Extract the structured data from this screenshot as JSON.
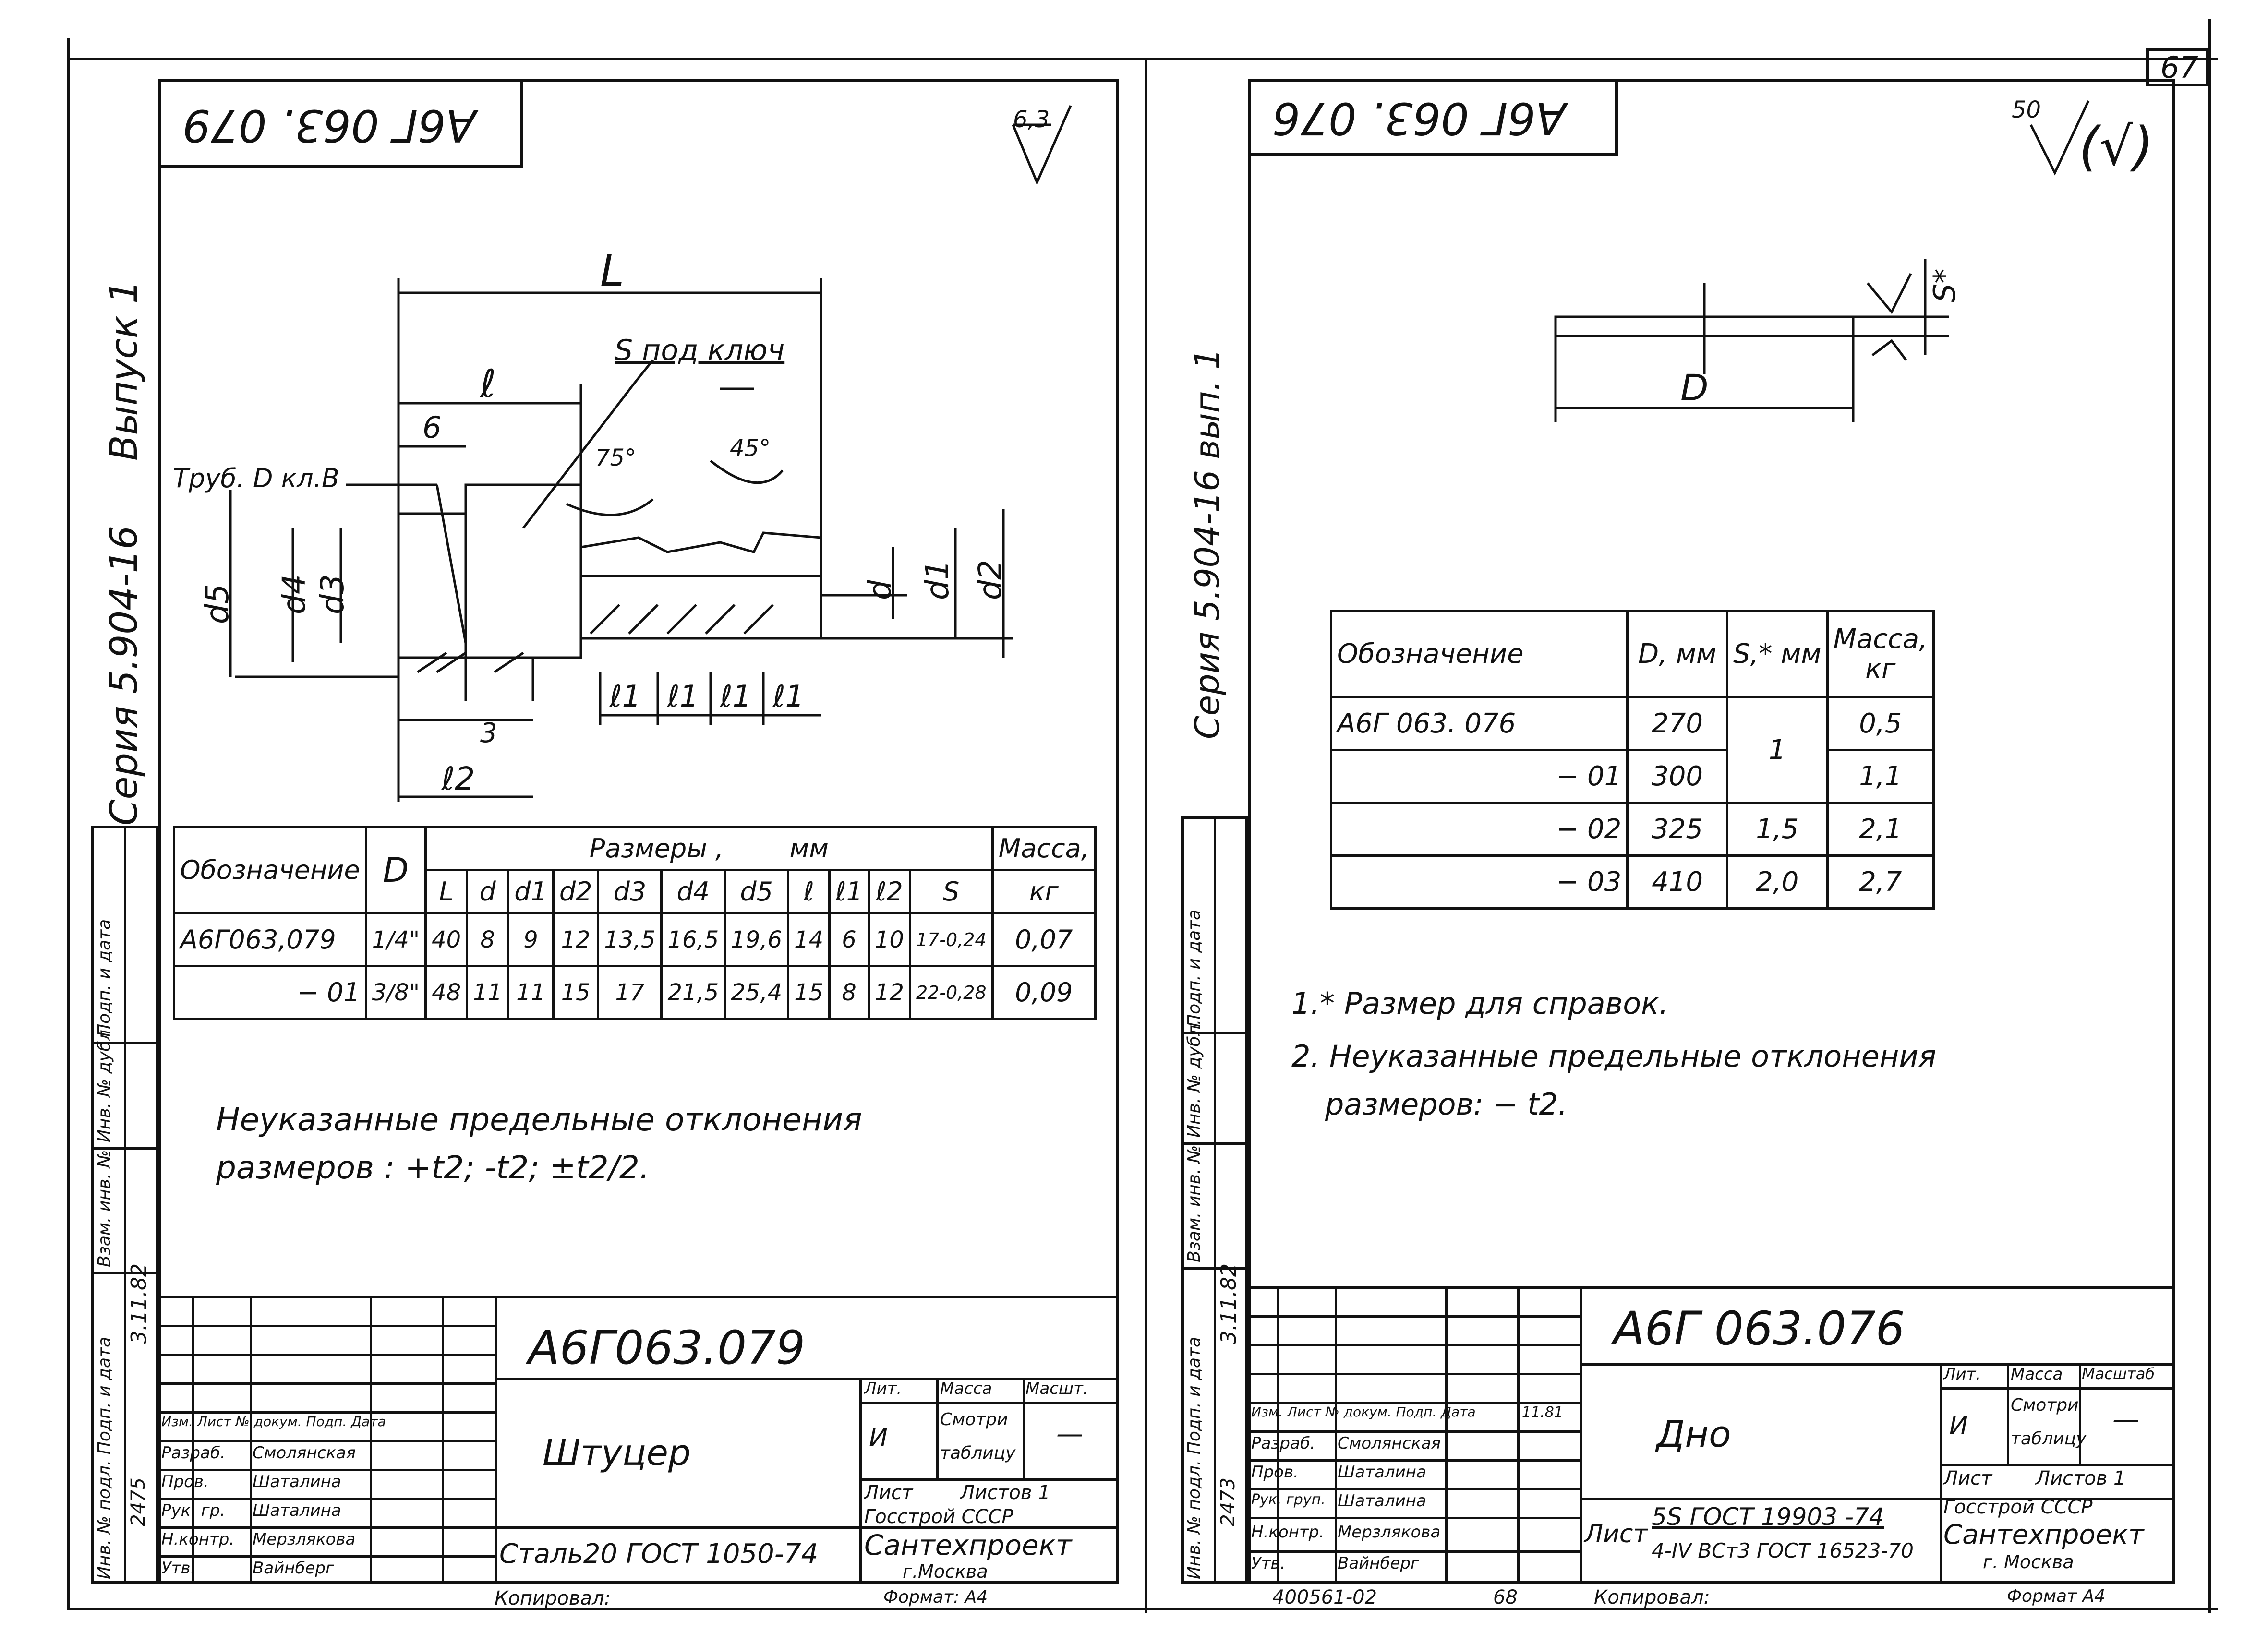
{
  "page_number": "67",
  "left": {
    "code_inverted": "А6Г 063. 079",
    "roughness": "6,3",
    "series_side": "Серия 5.904-16",
    "issue_side": "Выпуск 1",
    "drawing": {
      "L": "L",
      "l": "ℓ",
      "six": "6",
      "s_wrench": "S под ключ",
      "pipe_thread": "Труб. D кл.В",
      "angle_75": "75°",
      "angle_45": "45°",
      "d5": "d5",
      "d4": "d4",
      "d3": "d3",
      "d": "d",
      "d1": "d1",
      "d2": "d2",
      "l1": "ℓ1",
      "three": "3",
      "l2": "ℓ2"
    },
    "table": {
      "h_designation": "Обозначение",
      "h_D": "D",
      "h_sizes": "Размеры ,",
      "h_mm": "мм",
      "h_mass": "Масса,",
      "h_kg": "кг",
      "cols": [
        "L",
        "d",
        "d1",
        "d2",
        "d3",
        "d4",
        "d5",
        "ℓ",
        "ℓ1",
        "ℓ2",
        "S"
      ],
      "rows": [
        {
          "name": "А6Г063,079",
          "D": "1/4\"",
          "v": [
            "40",
            "8",
            "9",
            "12",
            "13,5",
            "16,5",
            "19,6",
            "14",
            "6",
            "10",
            "17-0,24"
          ],
          "mass": "0,07"
        },
        {
          "name": "− 01",
          "D": "3/8\"",
          "v": [
            "48",
            "11",
            "11",
            "15",
            "17",
            "21,5",
            "25,4",
            "15",
            "8",
            "12",
            "22-0,28"
          ],
          "mass": "0,09"
        }
      ]
    },
    "note_line1": "Неуказанные предельные отклонения",
    "note_line2": "размеров : +t2; -t2; ±t2/2.",
    "tb": {
      "code": "А6Г063.079",
      "title": "Штуцер",
      "material": "Сталь20 ГОСТ 1050-74",
      "lit": "Лит.",
      "massa": "Масса",
      "masshtab": "Масшт.",
      "smotri": "Смотри",
      "tablicu": "таблицу",
      "lit_val": "И",
      "scale_val": "—",
      "list": "Лист",
      "listov": "Листов 1",
      "org1": "Госстрой СССР",
      "org2": "Сантехпроект",
      "org3": "г.Москва",
      "izm": "Изм. Лист № докум. Подп. Дата",
      "razrab": "Разраб.",
      "razrab_name": "Смолянская",
      "prov": "Пров.",
      "prov_name": "Шаталина",
      "rukgr": "Рук. гр.",
      "rukgr_name": "Шаталина",
      "nkontr": "Н.контр.",
      "nkontr_name": "Мерзлякова",
      "utv": "Утв.",
      "utv_name": "Вайнберг",
      "copied": "Копировал:",
      "format": "Формат: А4"
    },
    "side_cols": [
      "Взам. инв. №",
      "Инв. № дубл.",
      "Подп. и дата",
      "Инв. № подл. Подп. и дата"
    ],
    "side_date": "3.11.82",
    "side_num": "2475"
  },
  "right": {
    "code_inverted": "А6Г 063. 076",
    "roughness": "50",
    "roughness_paren": "(√)",
    "series_side": "Серия 5.904-16 вып. 1",
    "drawing": {
      "D": "D",
      "S": "S*"
    },
    "table": {
      "h_designation": "Обозначение",
      "h_D": "D, мм",
      "h_S": "S,* мм",
      "h_mass": "Масса,",
      "h_kg": "кг",
      "rows": [
        {
          "name": "А6Г 063. 076",
          "D": "270",
          "S": "1",
          "mass": "0,5"
        },
        {
          "name": "− 01",
          "D": "300",
          "S": "",
          "mass": "1,1"
        },
        {
          "name": "− 02",
          "D": "325",
          "S": "1,5",
          "mass": "2,1"
        },
        {
          "name": "− 03",
          "D": "410",
          "S": "2,0",
          "mass": "2,7"
        }
      ]
    },
    "note1": "1.* Размер для справок.",
    "note2_line1": "2. Неуказанные предельные отклонения",
    "note2_line2": "размеров: − t2.",
    "tb": {
      "code": "А6Г 063.076",
      "title": "Дно",
      "material1": "5S ГОСТ 19903 -74",
      "material2": "4-IV ВСт3 ГОСТ 16523-70",
      "list_prefix": "Лист",
      "lit": "Лит.",
      "massa": "Масса",
      "masshtab": "Масштаб",
      "smotri": "Смотри",
      "tablicu": "таблицу",
      "lit_val": "И",
      "scale_val": "—",
      "list": "Лист",
      "listov": "Листов 1",
      "org1": "Госстрой СССР",
      "org2": "Сантехпроект",
      "org3": "г. Москва",
      "izm": "Изм. Лист № докум. Подп. Дата",
      "razrab": "Разраб.",
      "razrab_name": "Смолянская",
      "prov": "Пров.",
      "prov_name": "Шаталина",
      "rukgr": "Рук. груп.",
      "rukgr_name": "Шаталина",
      "nkontr": "Н.контр.",
      "nkontr_name": "Мерзлякова",
      "utv": "Утв.",
      "utv_name": "Вайнберг",
      "date1": "11.81",
      "bottom_num": "400561-02",
      "bottom_page": "68",
      "copied": "Копировал:",
      "format": "Формат А4"
    },
    "side_date": "3.11.82",
    "side_num": "2473"
  }
}
